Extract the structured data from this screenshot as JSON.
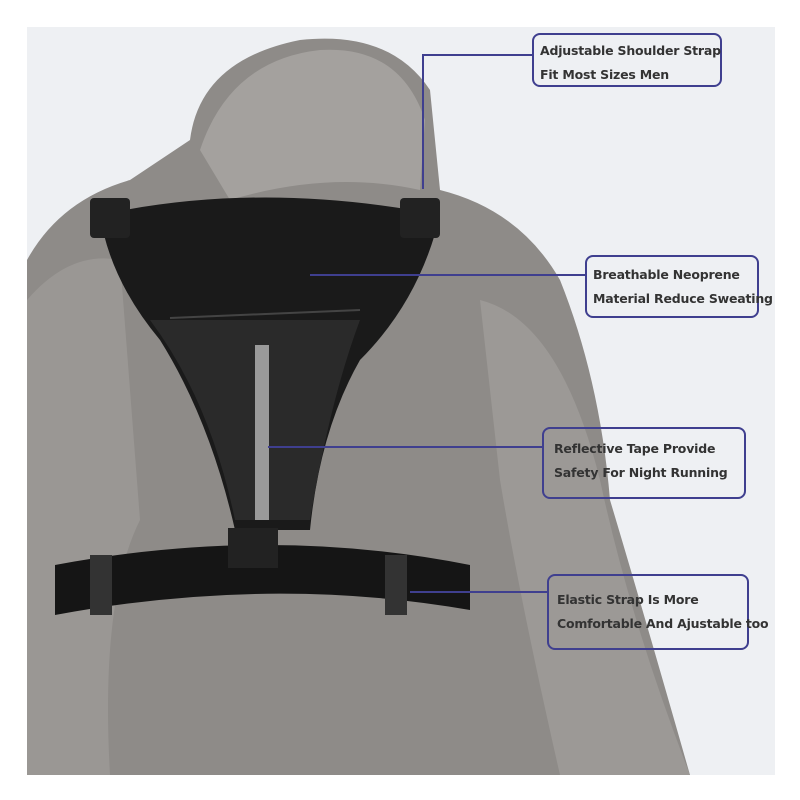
{
  "callouts": [
    {
      "line1": "Adjustable Shoulder Strap",
      "line2": "Fit Most Sizes Men"
    },
    {
      "line1": "Breathable Neoprene",
      "line2": "Material Reduce Sweating"
    },
    {
      "line1": "Reflective Tape Provide",
      "line2": "Safety For Night Running"
    },
    {
      "line1": "Elastic Strap Is More",
      "line2": "Comfortable And Ajustable too"
    }
  ],
  "colors": {
    "callout_border": "#3f3f8f",
    "jacket": "#8e8b88",
    "vest": "#1a1a1a",
    "background": "#eef0f3"
  }
}
